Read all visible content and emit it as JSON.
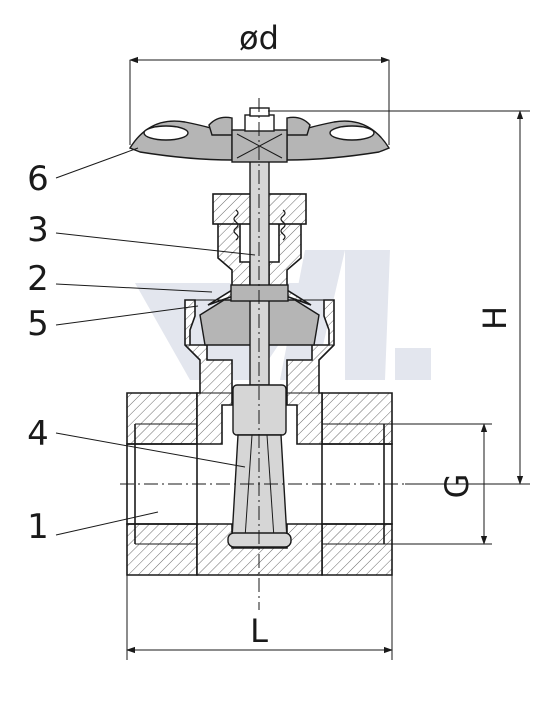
{
  "dimensions": {
    "diameter": "ød",
    "height": "H",
    "thread": "G",
    "length": "L"
  },
  "part_labels": {
    "handwheel": "6",
    "stem": "3",
    "bonnet": "2",
    "gasket": "5",
    "wedge": "4",
    "body": "1"
  },
  "colors": {
    "line": "#1a1a1a",
    "watermark": "#e3e6ee",
    "fill_gray": "#b5b5b5"
  }
}
